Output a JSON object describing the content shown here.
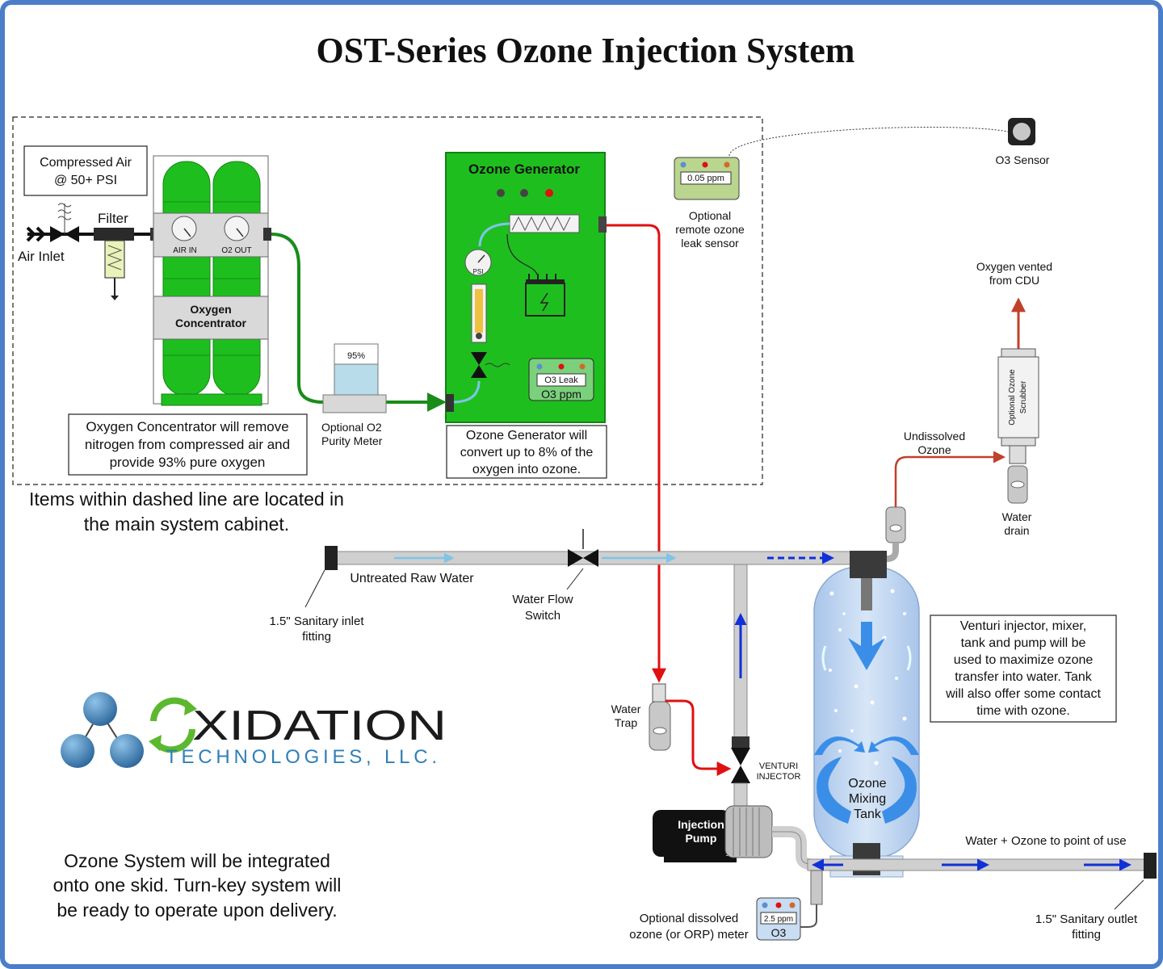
{
  "title": "OST-Series Ozone Injection System",
  "compressed_air": [
    "Compressed Air",
    "@ 50+ PSI"
  ],
  "filter_label": "Filter",
  "air_inlet_label": "Air Inlet",
  "gauge_air_in": "AIR IN",
  "gauge_o2_out": "O2 OUT",
  "concentrator_label": [
    "Oxygen",
    "Concentrator"
  ],
  "concentrator_note": [
    "Oxygen Concentrator will remove",
    "nitrogen from compressed air and",
    "provide 93% pure oxygen"
  ],
  "purity_display": "95%",
  "purity_label": [
    "Optional O2",
    "Purity Meter"
  ],
  "generator_title": "Ozone Generator",
  "psi_label": "PSI",
  "leak_display": "O3 Leak",
  "leak_ppm": "O3 ppm",
  "generator_note": [
    "Ozone Generator will",
    "convert up to 8% of the",
    "oxygen into ozone."
  ],
  "remote_sensor_display": "0.05 ppm",
  "remote_sensor_label": [
    "Optional",
    "remote ozone",
    "leak sensor"
  ],
  "o3_sensor_label": "O3 Sensor",
  "cabinet_note": [
    "Items within dashed line are located in",
    "the main system cabinet."
  ],
  "oxygen_vented": [
    "Oxygen vented",
    "from CDU"
  ],
  "scrubber_label": [
    "Optional Ozone",
    "Scrubber"
  ],
  "undissolved": [
    "Undissolved",
    "Ozone"
  ],
  "water_drain": [
    "Water",
    "drain"
  ],
  "raw_water": "Untreated Raw Water",
  "inlet_fitting": [
    "1.5\" Sanitary inlet",
    "fitting"
  ],
  "flow_switch": [
    "Water Flow",
    "Switch"
  ],
  "venturi_note": [
    "Venturi injector, mixer,",
    "tank and pump will be",
    "used to maximize ozone",
    "transfer into water.  Tank",
    "will also offer some contact",
    "time with ozone."
  ],
  "water_trap": [
    "Water",
    "Trap"
  ],
  "venturi_label": [
    "VENTURI",
    "INJECTOR"
  ],
  "tank_label": [
    "Ozone",
    "Mixing",
    "Tank"
  ],
  "pump_label": [
    "Injection",
    "Pump"
  ],
  "water_ozone": "Water + Ozone to point of use",
  "outlet_fitting": [
    "1.5\" Sanitary outlet",
    "fitting"
  ],
  "meter_display": "2.5 ppm",
  "meter_o3": "O3",
  "meter_label": [
    "Optional dissolved",
    "ozone (or ORP) meter"
  ],
  "logo": {
    "main": "XIDATION",
    "sub": "TECHNOLOGIES, LLC."
  },
  "skid_note": [
    "Ozone System will be integrated",
    "onto one skid.  Turn-key system will",
    "be ready to operate upon delivery."
  ],
  "colors": {
    "frame": "#4a7fc8",
    "green": "#1fbe1f",
    "oxygen_line": "#1a8c1a",
    "ozone_line": "#e01010",
    "undissolved_line": "#c0402a",
    "water_flow": "#1030d8",
    "logo_blue": "#2f7fb8",
    "logo_green": "#5cb82e"
  }
}
